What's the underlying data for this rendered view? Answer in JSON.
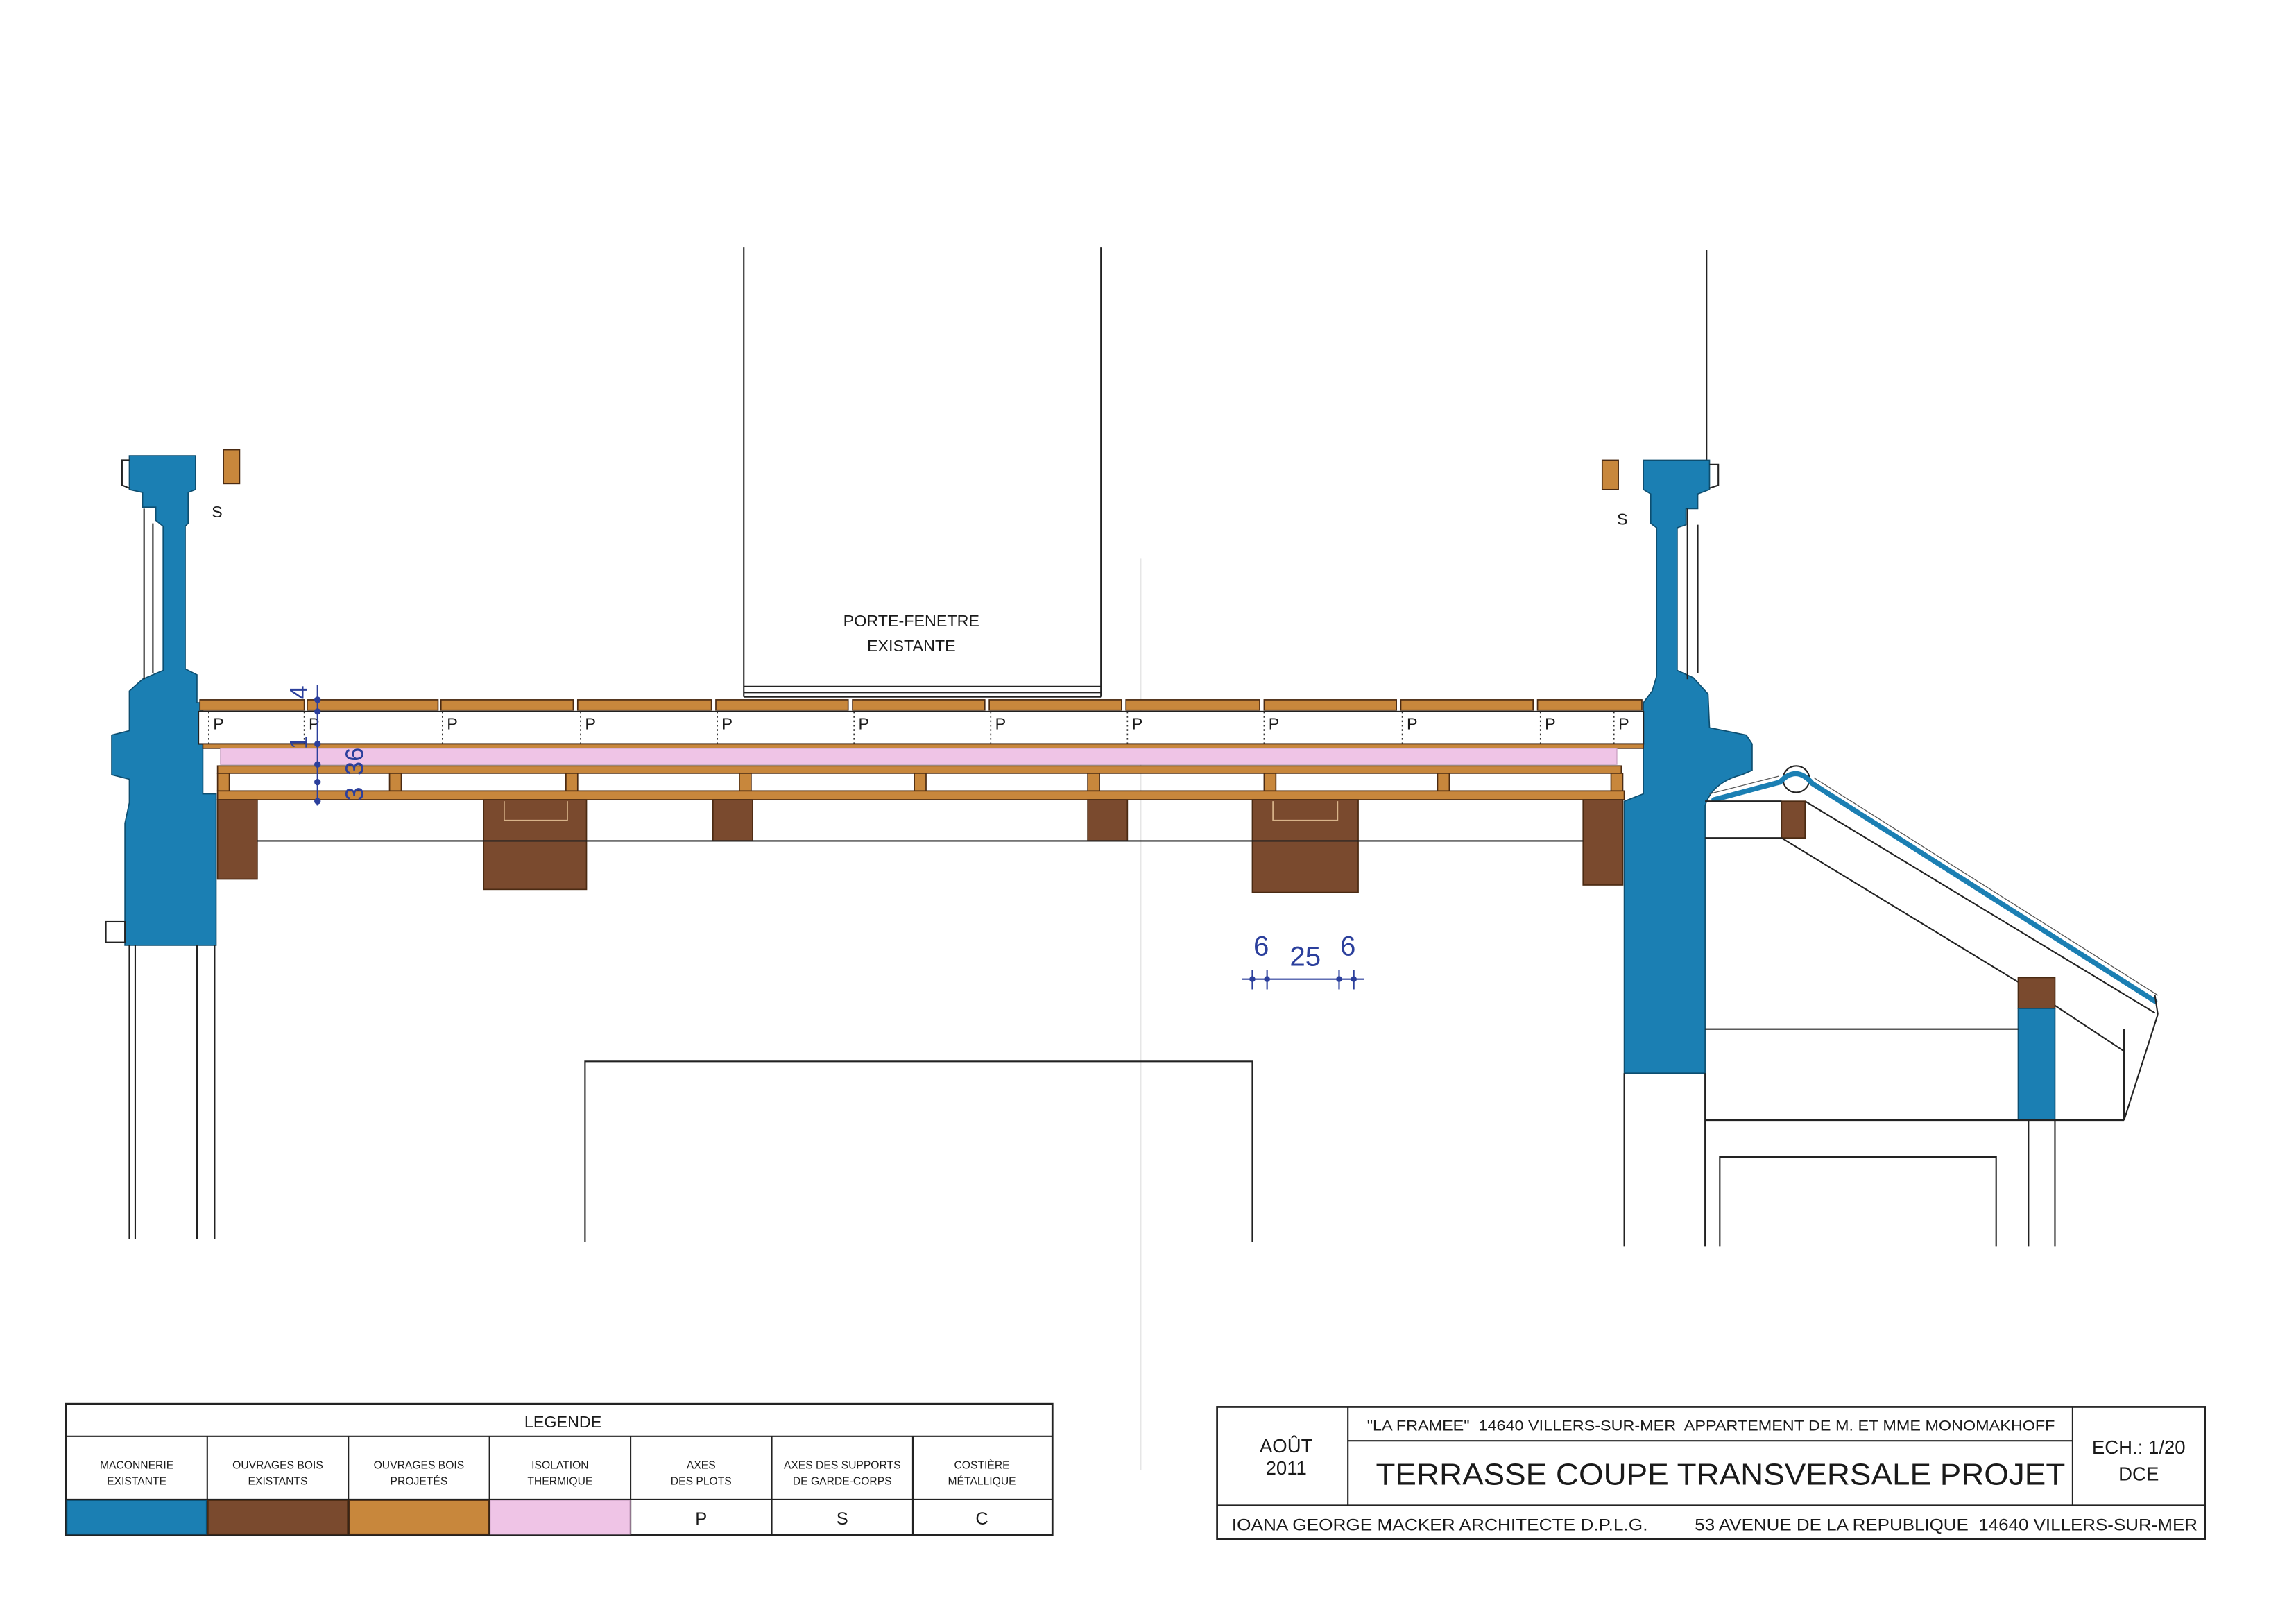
{
  "drawing": {
    "door_label_line1": "PORTE-FENETRE",
    "door_label_line2": "EXISTANTE",
    "support_label_left": "S",
    "support_label_right": "S",
    "plot_labels": [
      "P",
      "P",
      "P",
      "P",
      "P",
      "P",
      "P",
      "P",
      "P",
      "P",
      "P",
      "P"
    ],
    "vertical_dimensions": [
      "4",
      "1",
      "36",
      "3"
    ],
    "horizontal_dimensions": [
      "6",
      "25",
      "6"
    ]
  },
  "legend": {
    "title": "LEGENDE",
    "items": [
      {
        "line1": "MACONNERIE",
        "line2": "EXISTANTE"
      },
      {
        "line1": "OUVRAGES BOIS",
        "line2": "EXISTANTS"
      },
      {
        "line1": "OUVRAGES BOIS",
        "line2": "PROJETÉS"
      },
      {
        "line1": "ISOLATION",
        "line2": "THERMIQUE"
      },
      {
        "line1": "AXES",
        "line2": "DES PLOTS",
        "symbol": "P"
      },
      {
        "line1": "AXES DES SUPPORTS",
        "line2": "DE GARDE-CORPS",
        "symbol": "S"
      },
      {
        "line1": "COSTIÈRE",
        "line2": "MÉTALLIQUE",
        "symbol": "C"
      }
    ]
  },
  "title_block": {
    "date_line1": "AOÛT",
    "date_line2": "2011",
    "project": "\"LA FRAMEE\"  14640 VILLERS-SUR-MER  APPARTEMENT DE M. ET MME MONOMAKHOFF",
    "title": "TERRASSE COUPE TRANSVERSALE PROJET",
    "scale": "ECH.: 1/20",
    "phase": "DCE",
    "architect": "IOANA GEORGE MACKER ARCHITECTE D.P.L.G.",
    "address": "53 AVENUE DE LA REPUBLIQUE  14640 VILLERS-SUR-MER"
  },
  "colors": {
    "masonry": "#1b7fb3",
    "existing_wood": "#7a4a2e",
    "projected_wood": "#c8873c",
    "insulation": "#efc4e6",
    "dimension": "#2b3f9c"
  }
}
